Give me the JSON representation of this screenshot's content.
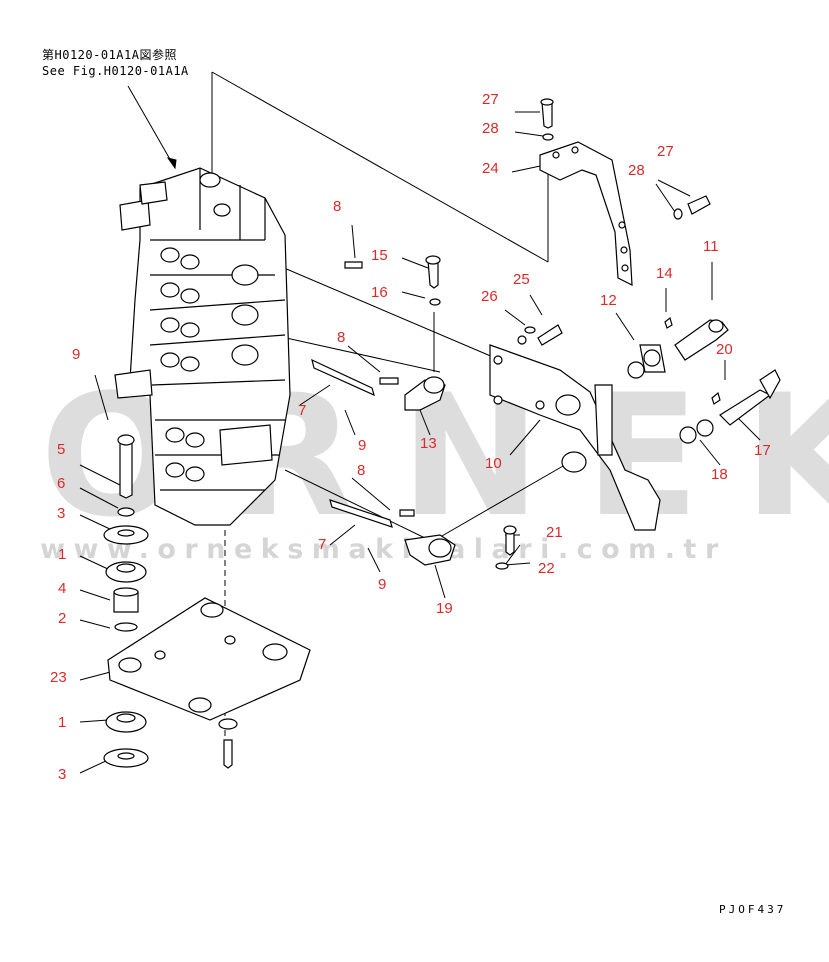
{
  "reference": {
    "japanese": "第H0120-01A1A図参照",
    "english": "See Fig.H0120-01A1A"
  },
  "drawing_code": "PJOF437",
  "watermark": {
    "brand": "ORNEK",
    "url": "www.orneksmakinalari.com.tr"
  },
  "callout_color": "#d92b2b",
  "callouts": [
    {
      "id": "c-27a",
      "label": "27"
    },
    {
      "id": "c-28a",
      "label": "28"
    },
    {
      "id": "c-24",
      "label": "24"
    },
    {
      "id": "c-27b",
      "label": "27"
    },
    {
      "id": "c-28b",
      "label": "28"
    },
    {
      "id": "c-11",
      "label": "11"
    },
    {
      "id": "c-8a",
      "label": "8"
    },
    {
      "id": "c-15",
      "label": "15"
    },
    {
      "id": "c-16",
      "label": "16"
    },
    {
      "id": "c-25",
      "label": "25"
    },
    {
      "id": "c-26",
      "label": "26"
    },
    {
      "id": "c-14",
      "label": "14"
    },
    {
      "id": "c-12",
      "label": "12"
    },
    {
      "id": "c-20",
      "label": "20"
    },
    {
      "id": "c-8b",
      "label": "8"
    },
    {
      "id": "c-9a",
      "label": "9"
    },
    {
      "id": "c-7a",
      "label": "7"
    },
    {
      "id": "c-9b",
      "label": "9"
    },
    {
      "id": "c-13",
      "label": "13"
    },
    {
      "id": "c-10",
      "label": "10"
    },
    {
      "id": "c-17",
      "label": "17"
    },
    {
      "id": "c-18",
      "label": "18"
    },
    {
      "id": "c-5",
      "label": "5"
    },
    {
      "id": "c-6",
      "label": "6"
    },
    {
      "id": "c-3a",
      "label": "3"
    },
    {
      "id": "c-8c",
      "label": "8"
    },
    {
      "id": "c-7b",
      "label": "7"
    },
    {
      "id": "c-21",
      "label": "21"
    },
    {
      "id": "c-22",
      "label": "22"
    },
    {
      "id": "c-9c",
      "label": "9"
    },
    {
      "id": "c-1a",
      "label": "1"
    },
    {
      "id": "c-4",
      "label": "4"
    },
    {
      "id": "c-2",
      "label": "2"
    },
    {
      "id": "c-19",
      "label": "19"
    },
    {
      "id": "c-23",
      "label": "23"
    },
    {
      "id": "c-1b",
      "label": "1"
    },
    {
      "id": "c-3b",
      "label": "3"
    }
  ]
}
